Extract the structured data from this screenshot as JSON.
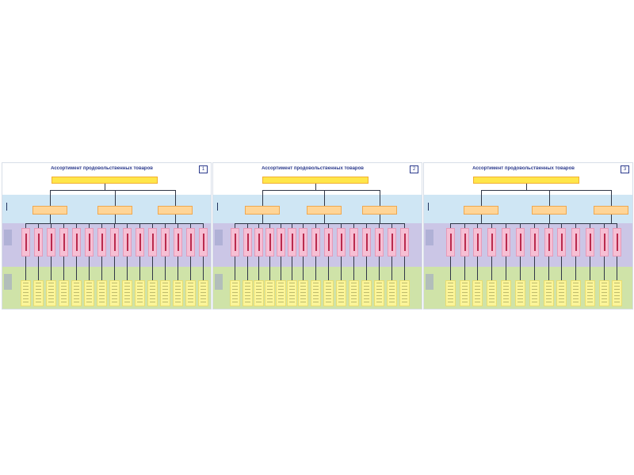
{
  "panels": [
    {
      "title": "Ассортимент продовольственных товаров",
      "number": "1",
      "subtitle": "",
      "level1": [
        "",
        "",
        ""
      ]
    },
    {
      "title": "Ассортимент продовольственных товаров",
      "number": "2",
      "subtitle": "",
      "level1": [
        "",
        "",
        ""
      ]
    },
    {
      "title": "Ассортимент продовольственных товаров",
      "number": "3",
      "subtitle": "",
      "level1": [
        "",
        "",
        ""
      ]
    }
  ],
  "colors": {
    "title": "#2b3a8c",
    "root_box": "#ffe64a",
    "level1_box": "#ffd597",
    "blue_band": "#cfe6f4",
    "purple_band": "#cbc6e6",
    "green_band": "#cfe3a8",
    "pink_card": "#f6bfd4",
    "yellow_card": "#fbf59a"
  }
}
